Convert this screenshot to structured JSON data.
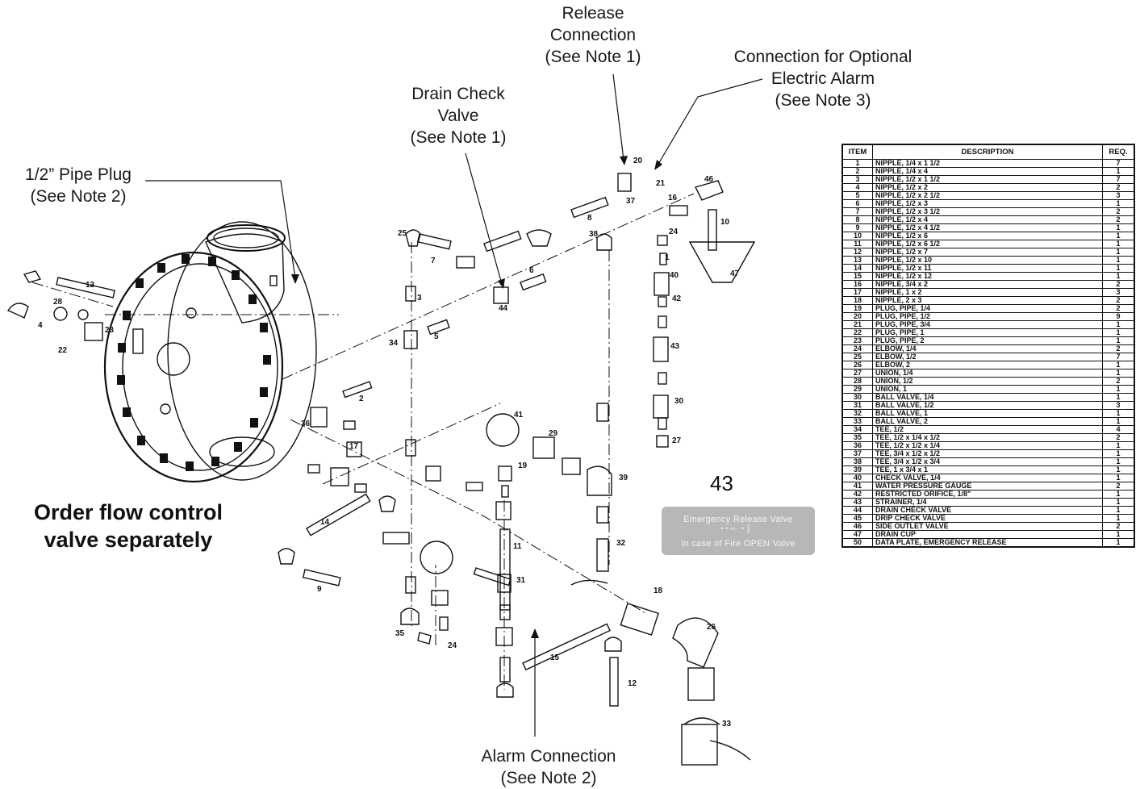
{
  "callouts": {
    "release": "Release\nConnection\n(See Note 1)",
    "electric": "Connection for Optional\nElectric Alarm\n(See Note 3)",
    "drain_check": "Drain Check\nValve\n(See Note 1)",
    "pipe_plug": "1/2” Pipe Plug\n(See Note 2)",
    "alarm": "Alarm Connection\n(See Note 2)"
  },
  "order_note": "Order flow control\nvalve separately",
  "item43_label": "43",
  "plate": {
    "line1": "Emergency Release Valve",
    "line2": "In case of Fire OPEN Valve"
  },
  "bom": {
    "headers": [
      "ITEM",
      "DESCRIPTION",
      "REQ."
    ],
    "rows": [
      [
        "1",
        "NIPPLE, 1/4 x 1 1/2",
        "7"
      ],
      [
        "2",
        "NIPPLE, 1/4 x 4",
        "1"
      ],
      [
        "3",
        "NIPPLE, 1/2 x 1 1/2",
        "7"
      ],
      [
        "4",
        "NIPPLE, 1/2 x 2",
        "2"
      ],
      [
        "5",
        "NIPPLE, 1/2 x 2 1/2",
        "3"
      ],
      [
        "6",
        "NIPPLE, 1/2 x 3",
        "1"
      ],
      [
        "7",
        "NIPPLE, 1/2 x 3 1/2",
        "2"
      ],
      [
        "8",
        "NIPPLE, 1/2 x 4",
        "2"
      ],
      [
        "9",
        "NIPPLE, 1/2 x 4 1/2",
        "1"
      ],
      [
        "10",
        "NIPPLE, 1/2 x 6",
        "1"
      ],
      [
        "11",
        "NIPPLE, 1/2 x 6 1/2",
        "1"
      ],
      [
        "12",
        "NIPPLE, 1/2 x 7",
        "1"
      ],
      [
        "13",
        "NIPPLE, 1/2 x 10",
        "1"
      ],
      [
        "14",
        "NIPPLE, 1/2 x 11",
        "1"
      ],
      [
        "15",
        "NIPPLE, 1/2 x 12",
        "1"
      ],
      [
        "16",
        "NIPPLE, 3/4 x 2",
        "2"
      ],
      [
        "17",
        "NIPPLE, 1 x 2",
        "3"
      ],
      [
        "18",
        "NIPPLE, 2 x 3",
        "2"
      ],
      [
        "19",
        "PLUG, PIPE, 1/4",
        "2"
      ],
      [
        "20",
        "PLUG, PIPE, 1/2",
        "9"
      ],
      [
        "21",
        "PLUG, PIPE, 3/4",
        "1"
      ],
      [
        "22",
        "PLUG, PIPE, 1",
        "1"
      ],
      [
        "23",
        "PLUG, PIPE, 2",
        "1"
      ],
      [
        "24",
        "ELBOW, 1/4",
        "2"
      ],
      [
        "25",
        "ELBOW, 1/2",
        "7"
      ],
      [
        "26",
        "ELBOW, 2",
        "1"
      ],
      [
        "27",
        "UNION, 1/4",
        "1"
      ],
      [
        "28",
        "UNION, 1/2",
        "2"
      ],
      [
        "29",
        "UNION, 1",
        "1"
      ],
      [
        "30",
        "BALL VALVE, 1/4",
        "1"
      ],
      [
        "31",
        "BALL VALVE, 1/2",
        "3"
      ],
      [
        "32",
        "BALL VALVE, 1",
        "1"
      ],
      [
        "33",
        "BALL VALVE, 2",
        "1"
      ],
      [
        "34",
        "TEE, 1/2",
        "4"
      ],
      [
        "35",
        "TEE, 1/2 x 1/4 x 1/2",
        "2"
      ],
      [
        "36",
        "TEE, 1/2 x 1/2 x 1/4",
        "1"
      ],
      [
        "37",
        "TEE, 3/4 x 1/2 x 1/2",
        "1"
      ],
      [
        "38",
        "TEE, 3/4 x 1/2 x 3/4",
        "1"
      ],
      [
        "39",
        "TEE, 1 x 3/4 x 1",
        "1"
      ],
      [
        "40",
        "CHECK VALVE, 1/4",
        "1"
      ],
      [
        "41",
        "WATER PRESSURE GAUGE",
        "2"
      ],
      [
        "42",
        "RESTRICTED ORIFICE, 1/8\"",
        "1"
      ],
      [
        "43",
        "STRAINER, 1/4",
        "1"
      ],
      [
        "44",
        "DRAIN CHECK VALVE",
        "1"
      ],
      [
        "45",
        "DRIP CHECK VALVE",
        "1"
      ],
      [
        "46",
        "SIDE OUTLET VALVE",
        "2"
      ],
      [
        "47",
        "DRAIN CUP",
        "1"
      ],
      [
        "50",
        "DATA PLATE, EMERGENCY RELEASE",
        "1"
      ]
    ]
  },
  "part_labels": [
    "20",
    "21",
    "37",
    "16",
    "46",
    "10",
    "47",
    "24",
    "1",
    "40",
    "42",
    "43",
    "30",
    "27",
    "38",
    "8",
    "25",
    "7",
    "6",
    "34",
    "44",
    "3",
    "5",
    "2",
    "36",
    "17",
    "4",
    "28",
    "23",
    "22",
    "13",
    "41",
    "29",
    "39",
    "19",
    "35",
    "14",
    "9",
    "11",
    "31",
    "12",
    "15",
    "18",
    "26",
    "33",
    "32",
    "24"
  ]
}
